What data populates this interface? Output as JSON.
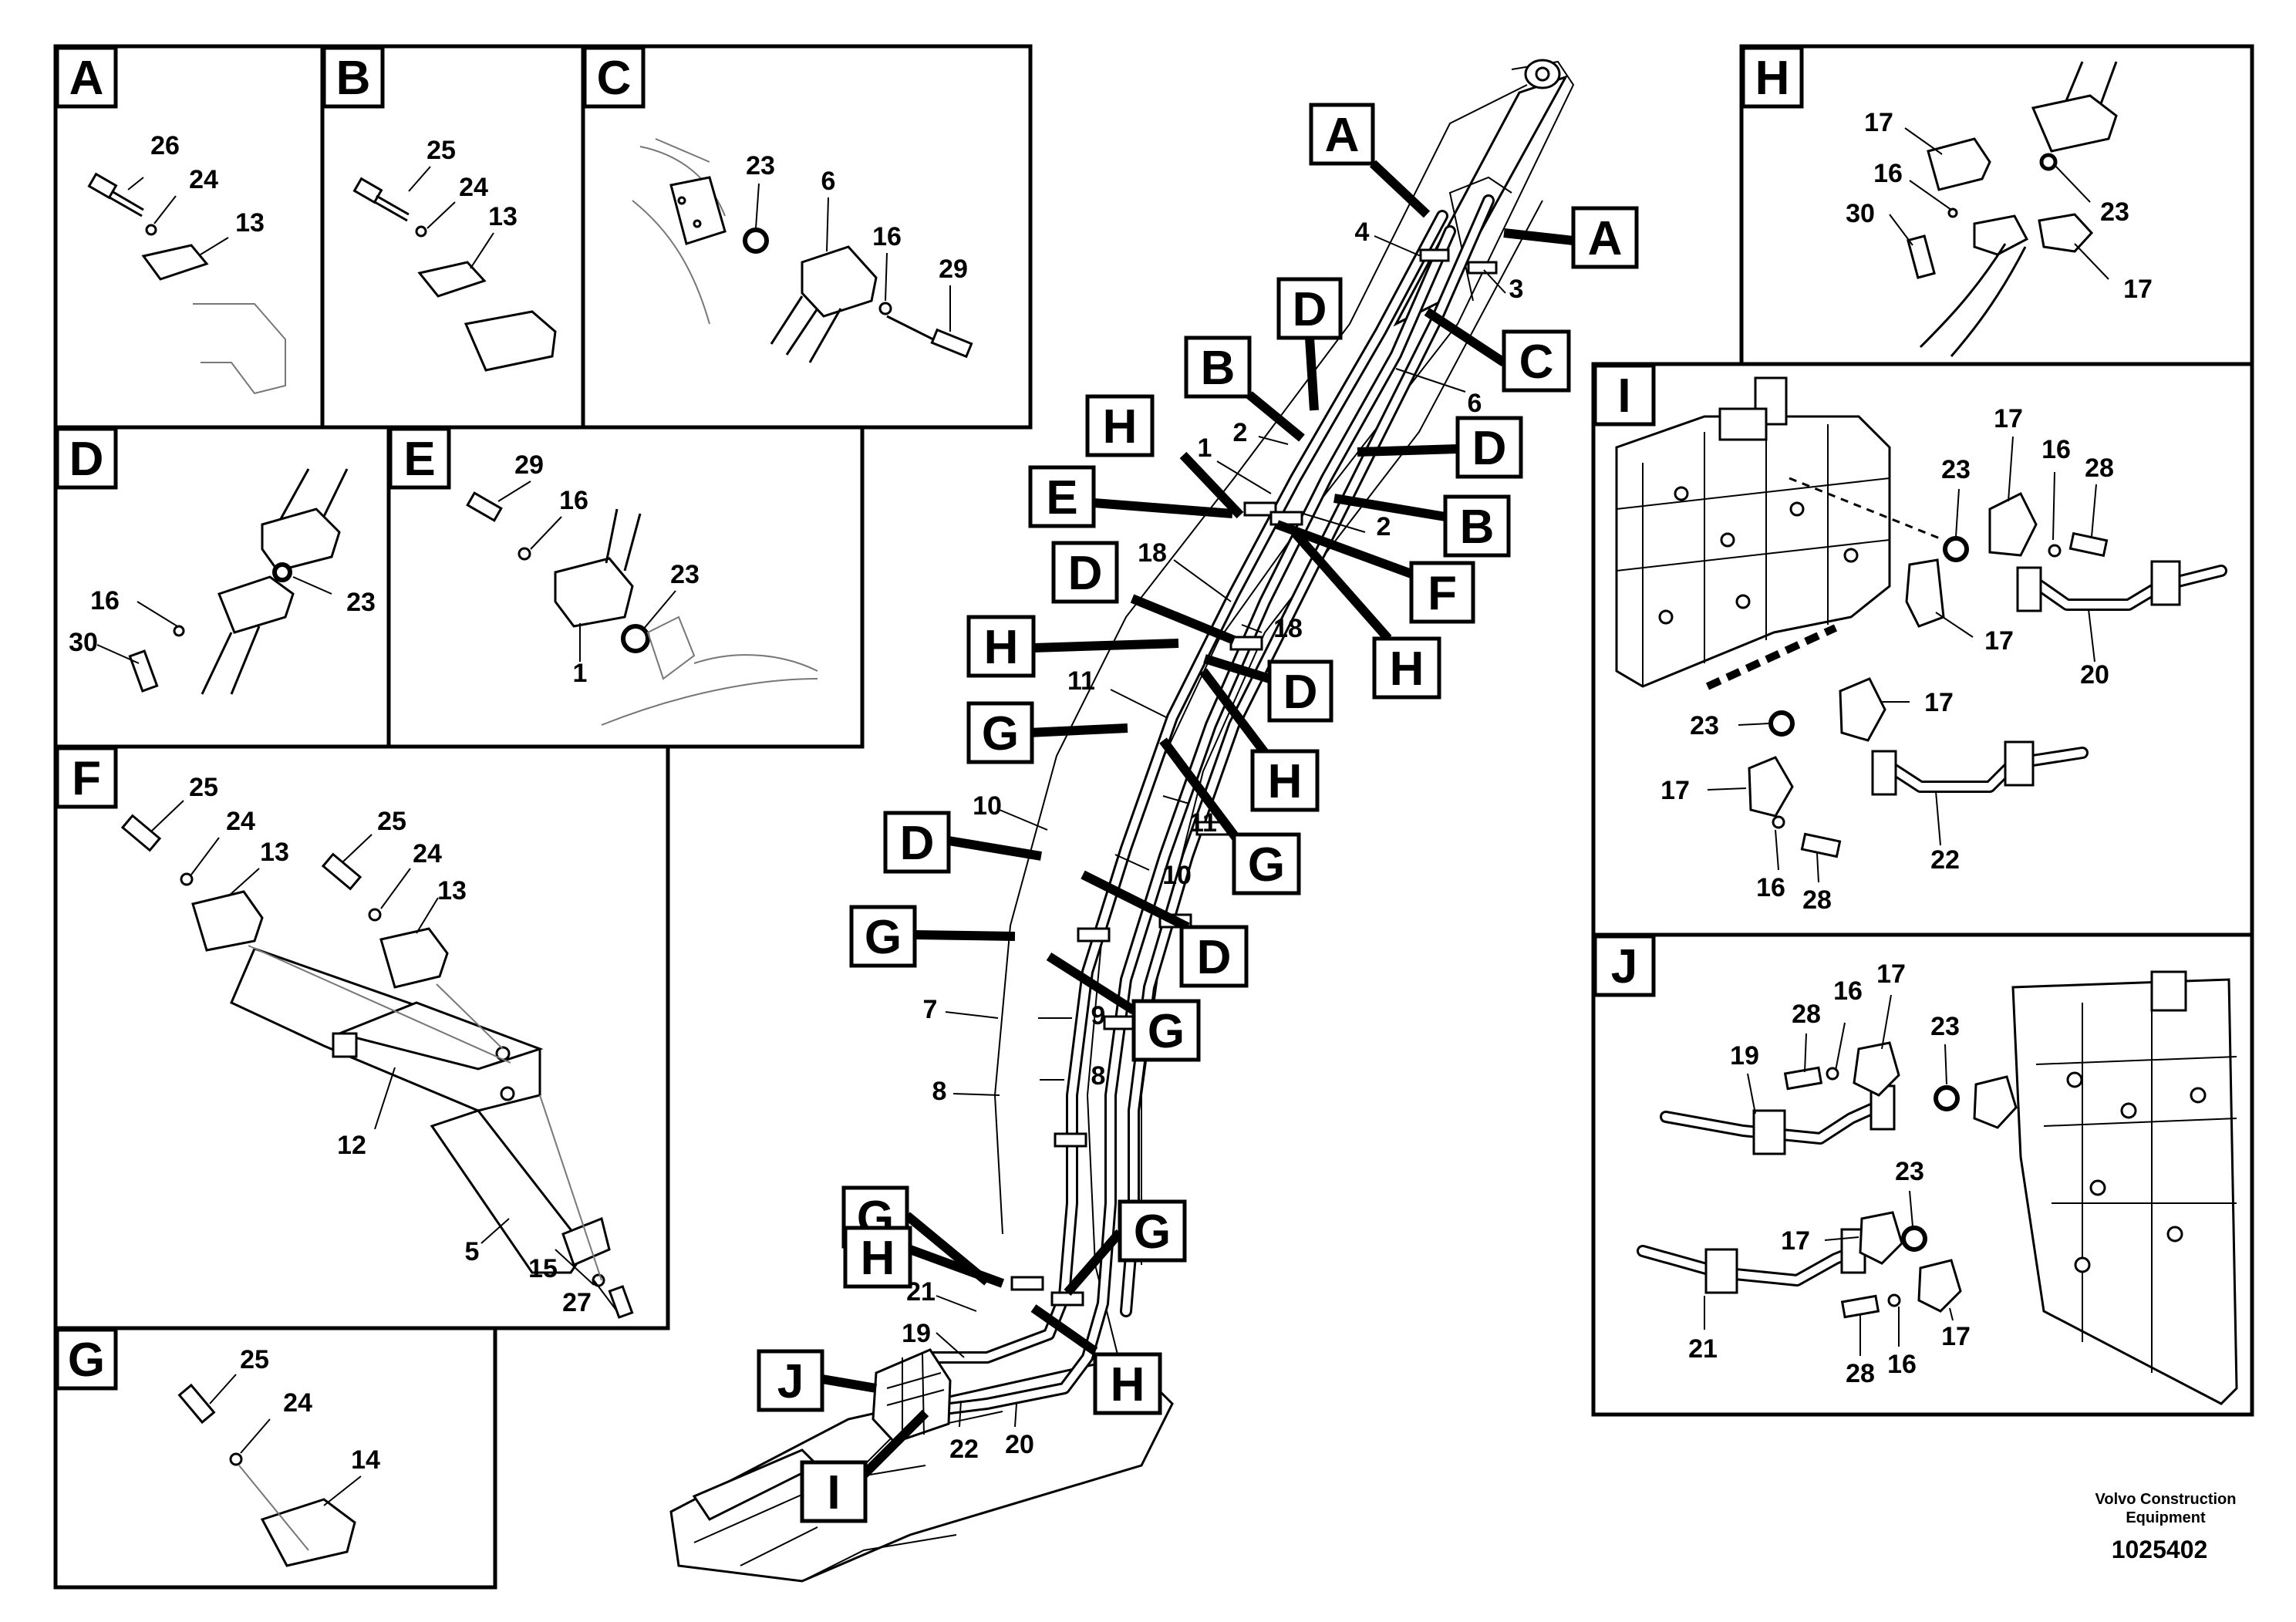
{
  "panels": {
    "A": {
      "label": "A",
      "numbers": [
        "26",
        "24",
        "13"
      ]
    },
    "B": {
      "label": "B",
      "numbers": [
        "25",
        "24",
        "13"
      ]
    },
    "C": {
      "label": "C",
      "numbers": [
        "23",
        "6",
        "16",
        "29"
      ]
    },
    "D": {
      "label": "D",
      "numbers": [
        "16",
        "30",
        "23"
      ]
    },
    "E": {
      "label": "E",
      "numbers": [
        "29",
        "16",
        "23",
        "1"
      ]
    },
    "F": {
      "label": "F",
      "numbers": [
        "25",
        "24",
        "13",
        "25",
        "24",
        "13",
        "12",
        "5",
        "15",
        "27"
      ]
    },
    "G": {
      "label": "G",
      "numbers": [
        "25",
        "24",
        "14"
      ]
    },
    "H": {
      "label": "H",
      "numbers": [
        "17",
        "16",
        "30",
        "23",
        "17"
      ]
    },
    "I": {
      "label": "I",
      "numbers": [
        "17",
        "16",
        "28",
        "23",
        "17",
        "20",
        "23",
        "17",
        "17",
        "16",
        "28",
        "22"
      ]
    },
    "J": {
      "label": "J",
      "numbers": [
        "28",
        "16",
        "17",
        "19",
        "23",
        "23",
        "17",
        "21",
        "28",
        "16",
        "17"
      ]
    }
  },
  "main": {
    "part_numbers": [
      "4",
      "3",
      "6",
      "2",
      "1",
      "2",
      "18",
      "18",
      "11",
      "11",
      "10",
      "10",
      "7",
      "9",
      "8",
      "8",
      "21",
      "19",
      "22",
      "20"
    ],
    "tags": [
      "A",
      "A",
      "B",
      "D",
      "C",
      "H",
      "D",
      "E",
      "B",
      "D",
      "F",
      "H",
      "H",
      "D",
      "H",
      "G",
      "G",
      "D",
      "D",
      "G",
      "G",
      "G",
      "G",
      "H",
      "J",
      "H",
      "I"
    ]
  },
  "footer": {
    "company_line1": "Volvo Construction",
    "company_line2": "Equipment",
    "doc_number": "1025402"
  }
}
